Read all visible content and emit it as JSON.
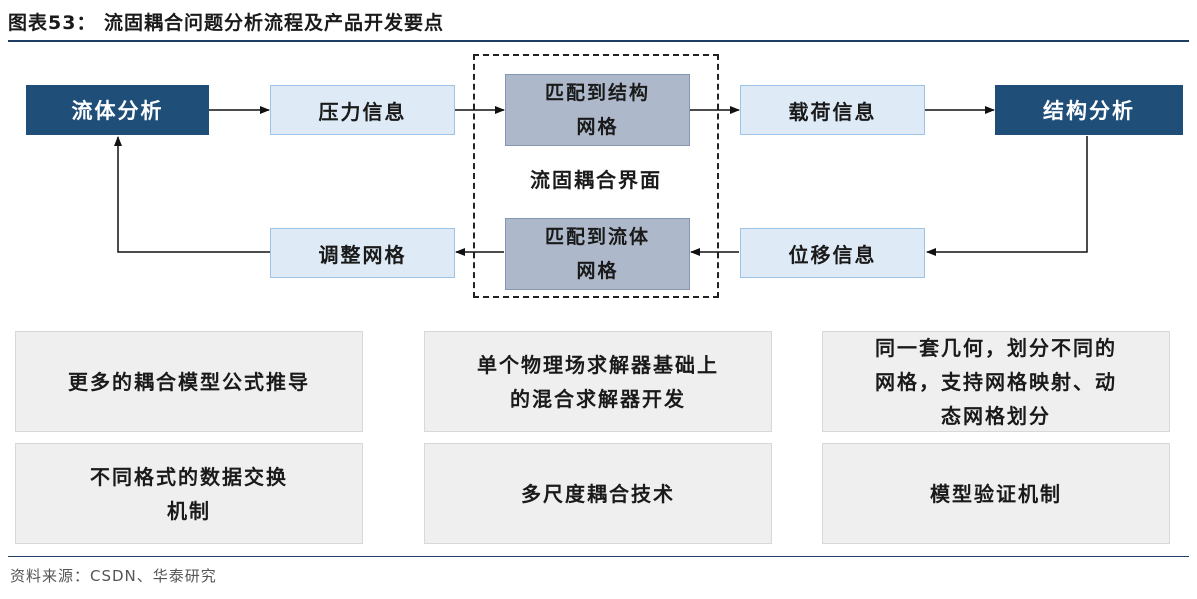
{
  "title": "图表53：  流固耦合问题分析流程及产品开发要点",
  "flow": {
    "fluid_analysis": "流体分析",
    "pressure_info": "压力信息",
    "match_structure_mesh": [
      "匹配到结构",
      "网格"
    ],
    "load_info": "载荷信息",
    "structure_analysis": "结构分析",
    "interface_label": "流固耦合界面",
    "adjust_mesh": "调整网格",
    "match_fluid_mesh": [
      "匹配到流体",
      "网格"
    ],
    "displacement_info": "位移信息"
  },
  "points": {
    "p1": "更多的耦合模型公式推导",
    "p2": [
      "单个物理场求解器基础上",
      "的混合求解器开发"
    ],
    "p3": [
      "同一套几何，划分不同的",
      "网格，支持网格映射、动",
      "态网格划分"
    ],
    "p4": [
      "不同格式的数据交换",
      "机制"
    ],
    "p5": "多尺度耦合技术",
    "p6": "模型验证机制"
  },
  "source": "资料来源：CSDN、华泰研究",
  "colors": {
    "dark_box": "#1f4e79",
    "light_box": "#deebf7",
    "grey_box": "#adb9ca",
    "card": "#efefef"
  }
}
